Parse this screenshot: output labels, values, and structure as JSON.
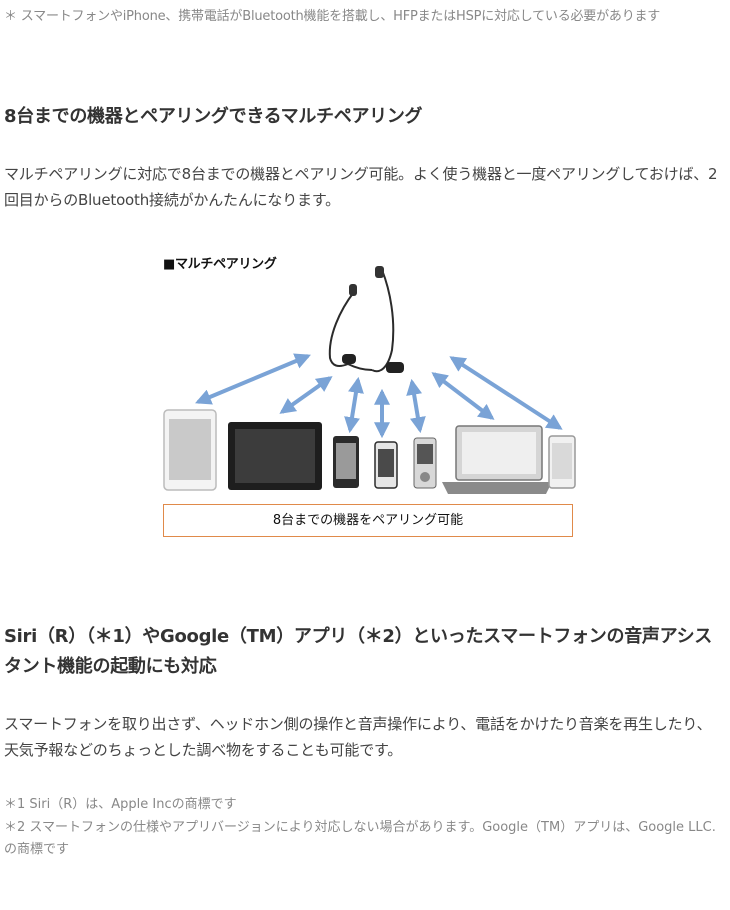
{
  "top_note": "＊ スマートフォンやiPhone、携帯電話がBluetooth機能を搭載し、HFPまたはHSPに対応している必要があります",
  "section1": {
    "heading": "8台までの機器とペアリングできるマルチペアリング",
    "body": "マルチペアリングに対応で8台までの機器とペアリング可能。よく使う機器と一度ペアリングしておけば、2回目からのBluetooth接続がかんたんになります。"
  },
  "figure": {
    "title": "■マルチペアリング",
    "caption": "8台までの機器をペアリング可能",
    "devices": [
      "tablet",
      "large-tablet",
      "smartphone",
      "small-phone",
      "walkman",
      "laptop",
      "smartphone"
    ],
    "colors": {
      "arrow": "#7aa3d6",
      "caption_border": "#e08a4a",
      "device_dark": "#2b2b2b",
      "device_light": "#cfcfcf"
    }
  },
  "section2": {
    "heading": "Siri（R）（＊1）やGoogle（TM）アプリ（＊2）といったスマートフォンの音声アシスタント機能の起動にも対応",
    "body": "スマートフォンを取り出さず、ヘッドホン側の操作と音声操作により、電話をかけたり音楽を再生したり、天気予報などのちょっとした調べ物をすることも可能です。"
  },
  "footnotes": [
    "＊1 Siri（R）は、Apple Incの商標です",
    "＊2 スマートフォンの仕様やアプリバージョンにより対応しない場合があります。Google（TM）アプリは、Google LLC.の商標です"
  ]
}
